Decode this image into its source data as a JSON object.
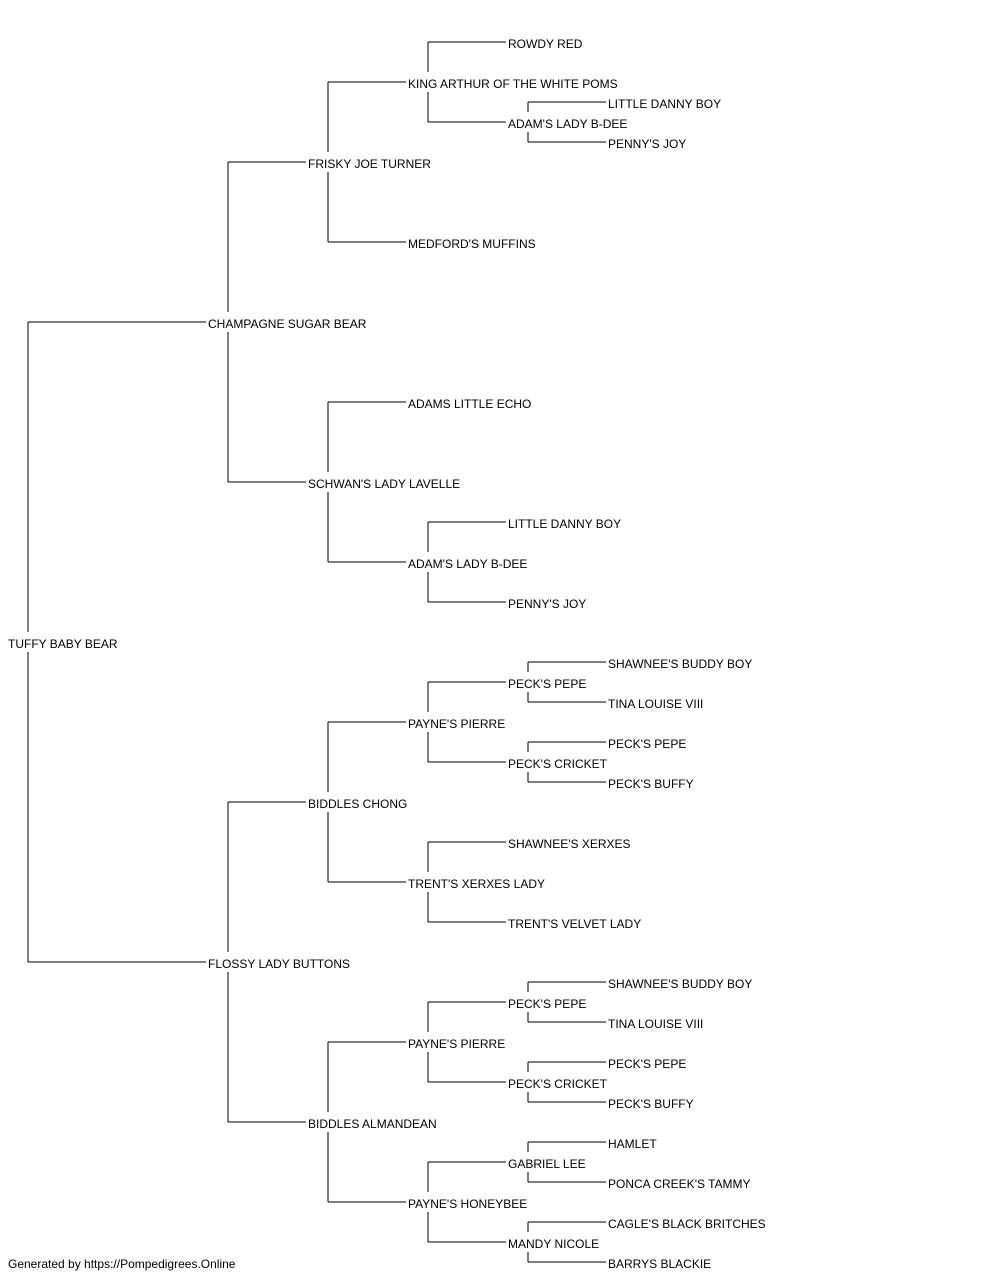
{
  "pedigree": {
    "name": "TUFFY BABY BEAR",
    "sire": {
      "name": "CHAMPAGNE SUGAR BEAR",
      "sire": {
        "name": "FRISKY JOE TURNER",
        "sire": {
          "name": "KING ARTHUR OF THE WHITE POMS",
          "sire": {
            "name": "ROWDY RED"
          },
          "dam": {
            "name": "ADAM'S LADY B-DEE",
            "sire": {
              "name": "LITTLE DANNY BOY"
            },
            "dam": {
              "name": "PENNY'S JOY"
            }
          }
        },
        "dam": {
          "name": "MEDFORD'S MUFFINS"
        }
      },
      "dam": {
        "name": "SCHWAN'S LADY LAVELLE",
        "sire": {
          "name": "ADAMS LITTLE ECHO"
        },
        "dam": {
          "name": "ADAM'S LADY B-DEE",
          "sire": {
            "name": "LITTLE DANNY BOY"
          },
          "dam": {
            "name": "PENNY'S JOY"
          }
        }
      }
    },
    "dam": {
      "name": "FLOSSY LADY BUTTONS",
      "sire": {
        "name": "BIDDLES CHONG",
        "sire": {
          "name": "PAYNE'S PIERRE",
          "sire": {
            "name": "PECK'S PEPE",
            "sire": {
              "name": "SHAWNEE'S BUDDY BOY"
            },
            "dam": {
              "name": "TINA LOUISE VIII"
            }
          },
          "dam": {
            "name": "PECK'S CRICKET",
            "sire": {
              "name": "PECK'S PEPE"
            },
            "dam": {
              "name": "PECK'S BUFFY"
            }
          }
        },
        "dam": {
          "name": "TRENT'S XERXES LADY",
          "sire": {
            "name": "SHAWNEE'S XERXES"
          },
          "dam": {
            "name": "TRENT'S VELVET LADY"
          }
        }
      },
      "dam": {
        "name": "BIDDLES ALMANDEAN",
        "sire": {
          "name": "PAYNE'S PIERRE",
          "sire": {
            "name": "PECK'S PEPE",
            "sire": {
              "name": "SHAWNEE'S BUDDY BOY"
            },
            "dam": {
              "name": "TINA LOUISE VIII"
            }
          },
          "dam": {
            "name": "PECK'S CRICKET",
            "sire": {
              "name": "PECK'S PEPE"
            },
            "dam": {
              "name": "PECK'S BUFFY"
            }
          }
        },
        "dam": {
          "name": "PAYNE'S HONEYBEE",
          "sire": {
            "name": "GABRIEL LEE",
            "sire": {
              "name": "HAMLET"
            },
            "dam": {
              "name": "PONCA CREEK'S TAMMY"
            }
          },
          "dam": {
            "name": "MANDY NICOLE",
            "sire": {
              "name": "CAGLE'S BLACK BRITCHES"
            },
            "dam": {
              "name": "BARRYS BLACKIE"
            }
          }
        }
      }
    }
  },
  "footer": "Generated by https://Pompedigrees.Online"
}
